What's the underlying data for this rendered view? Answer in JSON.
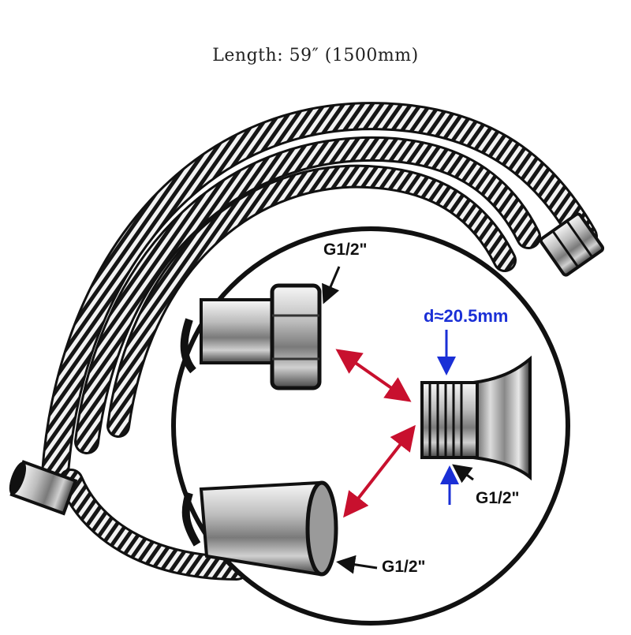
{
  "title": "Length: 59″ (1500mm)",
  "labels": {
    "nut_thread": "G1/2\"",
    "diameter": "d≈20.5mm",
    "connector_thread": "G1/2\"",
    "cone_thread": "G1/2\""
  },
  "colors": {
    "arrow_red": "#c8102e",
    "arrow_blue": "#1a2fd6",
    "hose_dark": "#111111",
    "metal_light": "#d9d9d9"
  },
  "icons": [
    "hose-coil-icon",
    "hex-nut-icon",
    "threaded-connector-icon",
    "cone-fitting-icon"
  ]
}
